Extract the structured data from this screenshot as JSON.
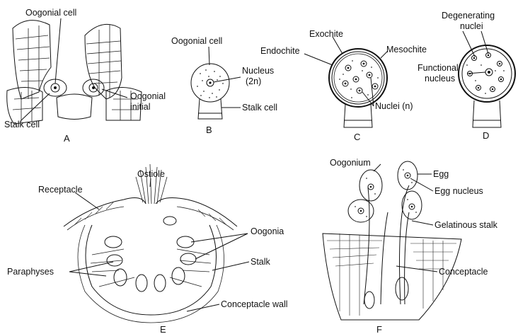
{
  "panels": {
    "A": {
      "caption": "A",
      "labels": {
        "oogonial_cell": "Oogonial cell",
        "stalk_cell": "Stalk cell",
        "oogonial_initial": "Oogonial\ninitial"
      }
    },
    "B": {
      "caption": "B",
      "labels": {
        "oogonial_cell": "Oogonial cell",
        "nucleus": "Nucleus\n(2n)",
        "stalk_cell": "Stalk cell"
      }
    },
    "C": {
      "caption": "C",
      "labels": {
        "exochite": "Exochite",
        "endochite": "Endochite",
        "mesochite": "Mesochite",
        "nuclei": "Nuclei (n)"
      }
    },
    "D": {
      "caption": "D",
      "labels": {
        "degenerating_nuclei": "Degenerating\nnuclei",
        "functional_nucleus": "Functional\nnucleus"
      }
    },
    "E": {
      "caption": "E",
      "labels": {
        "ostiole": "Ostiole",
        "receptacle": "Receptacle",
        "oogonia": "Oogonia",
        "stalk": "Stalk",
        "paraphyses": "Paraphyses",
        "conceptacle_wall": "Conceptacle wall"
      }
    },
    "F": {
      "caption": "F",
      "labels": {
        "oogonium": "Oogonium",
        "egg": "Egg",
        "egg_nucleus": "Egg nucleus",
        "gelatinous_stalk": "Gelatinous stalk",
        "conceptacle": "Conceptacle"
      }
    }
  }
}
